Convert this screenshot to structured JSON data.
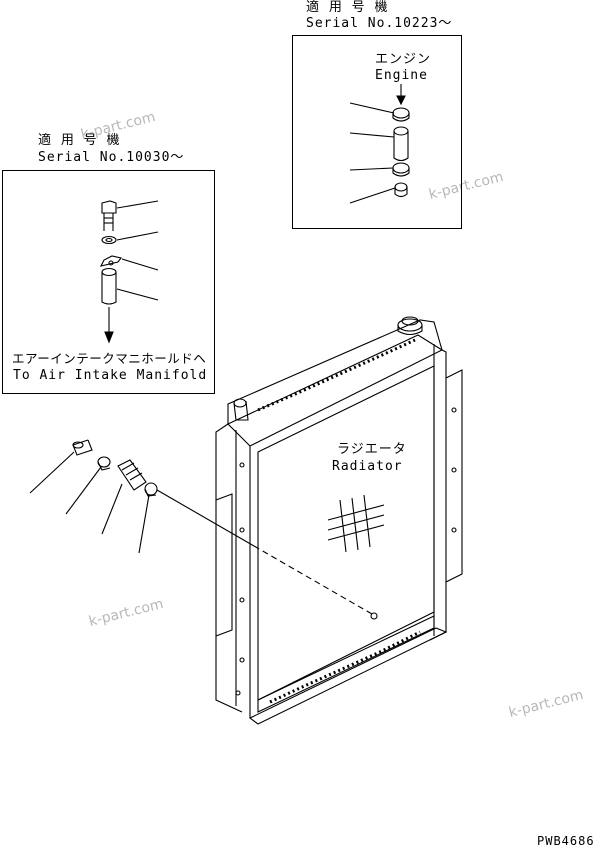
{
  "box_right": {
    "applicable_jp": "適 用 号 機",
    "serial": "Serial No.10223～",
    "engine_jp": "エンジン",
    "engine_en": "Engine"
  },
  "box_left": {
    "applicable_jp": "適 用 号 機",
    "serial": "Serial No.10030～",
    "dest_jp": "エアーインテークマニホールドヘ",
    "dest_en": "To Air Intake Manifold"
  },
  "radiator": {
    "label_jp": "ラジエータ",
    "label_en": "Radiator"
  },
  "drawing_code": "PWB4686",
  "watermark": "k-part.com"
}
